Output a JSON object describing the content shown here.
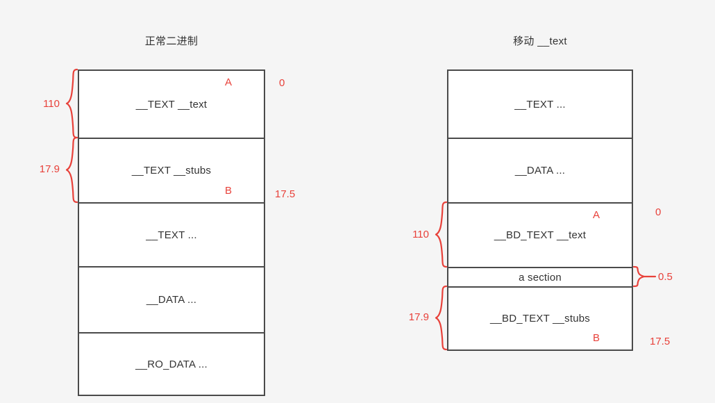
{
  "canvas": {
    "background": "#f5f5f5",
    "accent_red": "#e8413a",
    "border_gray": "#4a4a4a",
    "text_gray": "#333333"
  },
  "panels": [
    {
      "id": "normal-binary",
      "title": "正常二进制",
      "rows": [
        {
          "label": "__TEXT __text",
          "corner_top": "A",
          "corner_bottom": ""
        },
        {
          "label": "__TEXT __stubs",
          "corner_top": "",
          "corner_bottom": "B"
        },
        {
          "label": "__TEXT ...",
          "corner_top": "",
          "corner_bottom": ""
        },
        {
          "label": "__DATA ...",
          "corner_top": "",
          "corner_bottom": ""
        },
        {
          "label": "__RO_DATA ...",
          "corner_top": "",
          "corner_bottom": ""
        }
      ],
      "offsets": [
        {
          "value": "0"
        },
        {
          "value": "17.5"
        }
      ],
      "braces": [
        {
          "value": "110"
        },
        {
          "value": "17.9"
        }
      ]
    },
    {
      "id": "moved-text",
      "title": "移动 __text",
      "rows": [
        {
          "label": "__TEXT ...",
          "corner_top": "",
          "corner_bottom": ""
        },
        {
          "label": "__DATA ...",
          "corner_top": "",
          "corner_bottom": ""
        },
        {
          "label": "__BD_TEXT __text",
          "corner_top": "A",
          "corner_bottom": ""
        },
        {
          "label": "a section",
          "corner_top": "",
          "corner_bottom": ""
        },
        {
          "label": "__BD_TEXT __stubs",
          "corner_top": "",
          "corner_bottom": "B"
        }
      ],
      "offsets": [
        {
          "value": "0"
        },
        {
          "value": "17.5"
        }
      ],
      "braces": [
        {
          "value": "110"
        },
        {
          "value": "0.5"
        },
        {
          "value": "17.9"
        }
      ]
    }
  ]
}
